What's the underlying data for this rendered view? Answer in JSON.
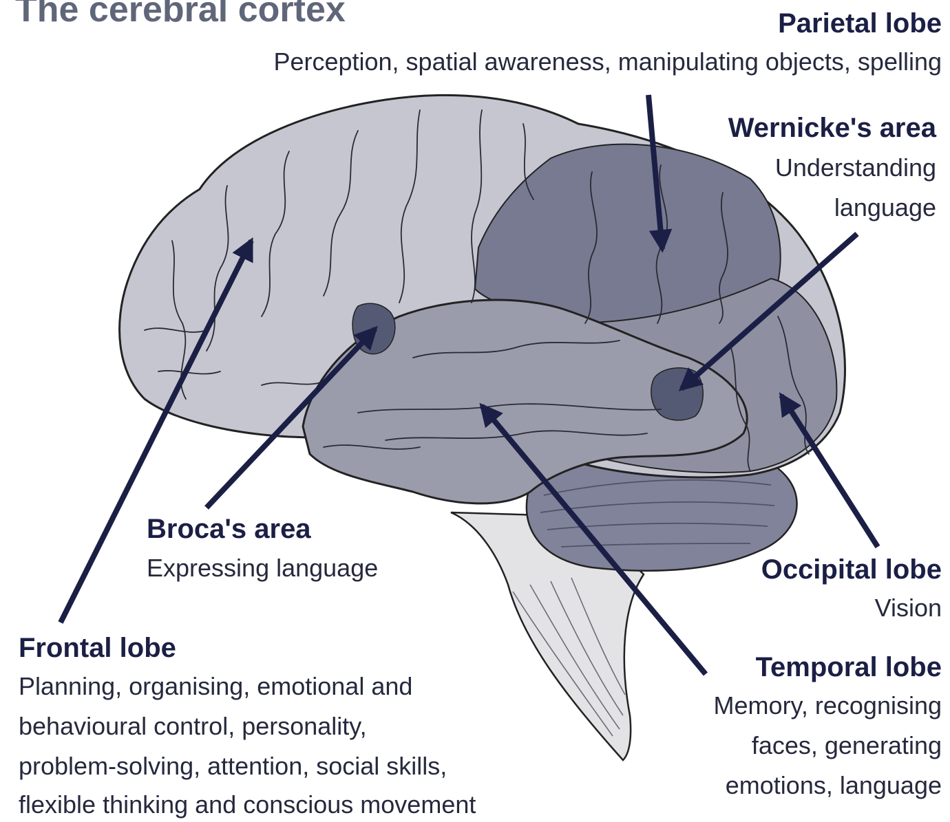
{
  "title": "The cerebral cortex",
  "colors": {
    "ink": "#1b1f45",
    "cortex": "#c5c6d0",
    "temporal": "#9a9cab",
    "parietal": "#777a90",
    "occipital": "#8e90a2",
    "region_dark": "#555a74",
    "cerebellum": "#81839a",
    "stem": "#e3e3e6"
  },
  "labels": {
    "parietal": {
      "heading": "Parietal lobe",
      "desc": "Perception, spatial awareness, manipulating objects, spelling"
    },
    "wernicke": {
      "heading": "Wernicke's area",
      "desc": [
        "Understanding",
        "language"
      ]
    },
    "broca": {
      "heading": "Broca's area",
      "desc": "Expressing language"
    },
    "occipital": {
      "heading": "Occipital lobe",
      "desc": "Vision"
    },
    "frontal": {
      "heading": "Frontal lobe",
      "desc": [
        "Planning, organising, emotional and",
        "behavioural control, personality,",
        "problem-solving, attention, social skills,",
        "flexible thinking and conscious movement"
      ]
    },
    "temporal": {
      "heading": "Temporal lobe",
      "desc": [
        "Memory, recognising",
        "faces, generating",
        "emotions, language"
      ]
    }
  },
  "icons": [
    "arrow-icon"
  ]
}
